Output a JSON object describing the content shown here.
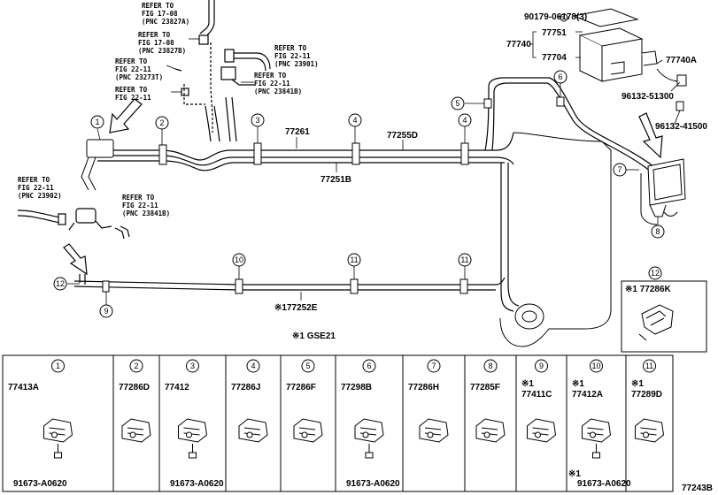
{
  "callouts_main": {
    "c1": "1",
    "c2": "2",
    "c3": "3",
    "c4a": "4",
    "c4b": "4",
    "c5": "5",
    "c6": "6",
    "c7": "7",
    "c8": "8",
    "c9": "9",
    "c10": "10",
    "c11a": "11",
    "c11b": "11",
    "c12a": "12",
    "c12b": "12"
  },
  "refs": {
    "r1": [
      "REFER TO",
      "FIG 17-08",
      "(PNC 23827A)"
    ],
    "r2": [
      "REFER TO",
      "FIG 17-08",
      "(PNC 23827B)"
    ],
    "r3": [
      "REFER TO",
      "FIG 22-11",
      "(PNC 23273T)"
    ],
    "r4": [
      "REFER TO",
      "FIG 22-11"
    ],
    "r5": [
      "REFER TO",
      "FIG 22-11",
      "(PNC 23901)"
    ],
    "r6": [
      "REFER TO",
      "FIG 22-11",
      "(PNC 23841B)"
    ],
    "r7": [
      "REFER TO",
      "FIG 22-11",
      "(PNC 23902)"
    ],
    "r8": [
      "REFER TO",
      "FIG 22-11",
      "(PNC 23841B)"
    ]
  },
  "parts_main": {
    "p77261": "77261",
    "p77255d": "77255D",
    "p77251b": "77251B",
    "p77252e": "※177252E",
    "p90179": "90179-06178(3)",
    "p77751": "77751",
    "p77740": "77740",
    "p77704": "77704",
    "p77740a": "77740A",
    "p96132_51300": "96132-51300",
    "p96132_41500": "96132-41500",
    "p77286k": "※1 77286K"
  },
  "footnote": "※1 GSE21",
  "diagram_id": "77243B",
  "legend": [
    {
      "num": "1",
      "part": "77413A",
      "sub": "91673-A0620",
      "mark": ""
    },
    {
      "num": "2",
      "part": "77286D",
      "sub": "",
      "mark": ""
    },
    {
      "num": "3",
      "part": "77412",
      "sub": "91673-A0620",
      "mark": ""
    },
    {
      "num": "4",
      "part": "77286J",
      "sub": "",
      "mark": ""
    },
    {
      "num": "5",
      "part": "77286F",
      "sub": "",
      "mark": ""
    },
    {
      "num": "6",
      "part": "77298B",
      "sub": "91673-A0620",
      "mark": ""
    },
    {
      "num": "7",
      "part": "77286H",
      "sub": "",
      "mark": ""
    },
    {
      "num": "8",
      "part": "77285F",
      "sub": "",
      "mark": ""
    },
    {
      "num": "9",
      "part": "77411C",
      "sub": "",
      "mark": "※1"
    },
    {
      "num": "10",
      "part": "77412A",
      "sub": "91673-A0620",
      "mark": "※1"
    },
    {
      "num": "11",
      "part": "77289D",
      "sub": "",
      "mark": "※1"
    }
  ]
}
